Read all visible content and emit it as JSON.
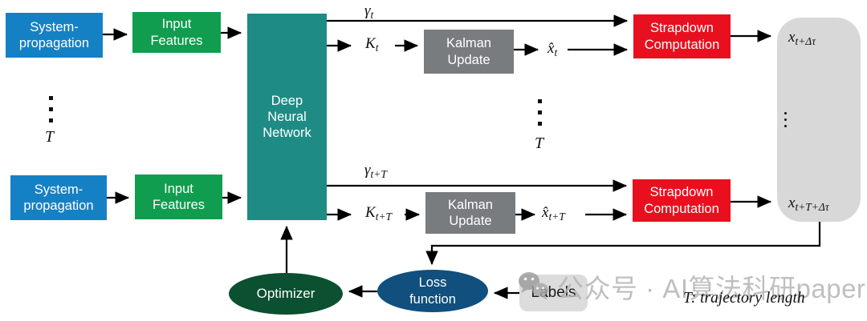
{
  "blocks": {
    "system_propagation": [
      "System-",
      "propagation"
    ],
    "input_features": [
      "Input",
      "Features"
    ],
    "deep_neural_network": [
      "Deep",
      "Neural",
      "Network"
    ],
    "kalman_update": [
      "Kalman",
      "Update"
    ],
    "strapdown_computation": [
      "Strapdown",
      "Computation"
    ],
    "optimizer": "Optimizer",
    "loss_function": [
      "Loss",
      "function"
    ],
    "labels": "Labels"
  },
  "math": {
    "gamma_t": {
      "base": "γ",
      "sub": "t"
    },
    "k_t": {
      "base": "K",
      "sub": "t"
    },
    "xhat_t": {
      "base": "x̂",
      "sub": "t"
    },
    "gamma_tT": {
      "base": "γ",
      "sub": "t+T"
    },
    "k_tT": {
      "base": "K",
      "sub": "t+T"
    },
    "xhat_tT": {
      "base": "x̂",
      "sub": "t+T"
    },
    "x_out_t": {
      "base": "x",
      "sub": "t+Δτ"
    },
    "x_out_tT": {
      "base": "x",
      "sub": "t+T+Δτ"
    },
    "t_left": "T",
    "t_mid": "T"
  },
  "footnote": "T: trajectory length",
  "watermark": {
    "icon": "wechat-icon",
    "text": "公众号 · AI算法科研paper"
  },
  "colors": {
    "blue": "#1581c5",
    "green": "#109d4f",
    "teal": "#1e8c84",
    "kalman_gray": "#797c7f",
    "red": "#e8101f",
    "container_gray": "#d8d8d8",
    "optimizer_green": "#0b5030",
    "loss_blue": "#104f7e",
    "labels_gray": "#dcdcdc",
    "arrow_black": "#000000",
    "watermark_gray": "#b5b5b5"
  }
}
